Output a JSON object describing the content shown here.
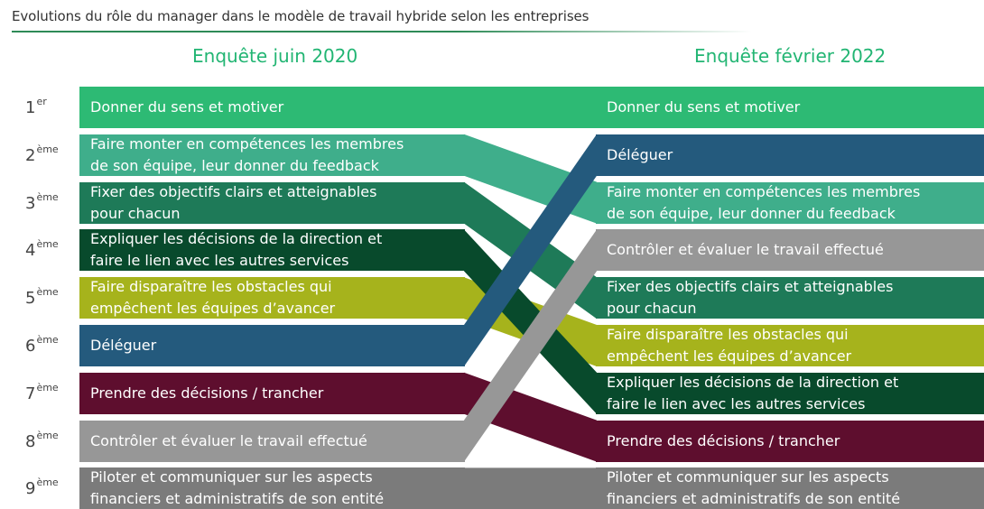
{
  "title": "Evolutions du rôle du manager dans le modèle de travail hybride selon les entreprises",
  "left_header": "Enquête juin 2020",
  "right_header": "Enquête février 2022",
  "colors": {
    "sens": "#2dba74",
    "competences": "#3fae8b",
    "objectifs": "#1e7a58",
    "expliquer": "#084a2c",
    "obstacles": "#a6b31c",
    "deleguer": "#245a7d",
    "decisions": "#5e0e2e",
    "controler": "#979797",
    "piloter": "#7b7b7b"
  },
  "chart_data": {
    "type": "table",
    "title": "Evolutions du rôle du manager dans le modèle de travail hybride selon les entreprises",
    "columns": [
      "Enquête juin 2020",
      "Enquête février 2022"
    ],
    "ranks": [
      {
        "num": "1",
        "suffix": "er"
      },
      {
        "num": "2",
        "suffix": "ème"
      },
      {
        "num": "3",
        "suffix": "ème"
      },
      {
        "num": "4",
        "suffix": "ème"
      },
      {
        "num": "5",
        "suffix": "ème"
      },
      {
        "num": "6",
        "suffix": "ème"
      },
      {
        "num": "7",
        "suffix": "ème"
      },
      {
        "num": "8",
        "suffix": "ème"
      },
      {
        "num": "9",
        "suffix": "ème"
      }
    ],
    "items": [
      {
        "id": "sens",
        "label": "Donner du sens et motiver",
        "rank_2020": 1,
        "rank_2022": 1
      },
      {
        "id": "competences",
        "label": "Faire monter en compétences les membres\nde son équipe, leur donner du feedback",
        "rank_2020": 2,
        "rank_2022": 3
      },
      {
        "id": "objectifs",
        "label": "Fixer des objectifs clairs et atteignables\npour chacun",
        "rank_2020": 3,
        "rank_2022": 5
      },
      {
        "id": "expliquer",
        "label": "Expliquer les décisions de la direction et\nfaire le lien avec les autres services",
        "rank_2020": 4,
        "rank_2022": 7
      },
      {
        "id": "obstacles",
        "label": "Faire disparaître les obstacles qui\nempêchent les équipes d’avancer",
        "rank_2020": 5,
        "rank_2022": 6
      },
      {
        "id": "deleguer",
        "label": "Déléguer",
        "rank_2020": 6,
        "rank_2022": 2
      },
      {
        "id": "decisions",
        "label": "Prendre des décisions / trancher",
        "rank_2020": 7,
        "rank_2022": 8
      },
      {
        "id": "controler",
        "label": "Contrôler et évaluer le travail effectué",
        "rank_2020": 8,
        "rank_2022": 4
      },
      {
        "id": "piloter",
        "label": "Piloter et communiquer sur les aspects\nfinanciers et administratifs de son entité",
        "rank_2020": 9,
        "rank_2022": 9
      }
    ]
  }
}
